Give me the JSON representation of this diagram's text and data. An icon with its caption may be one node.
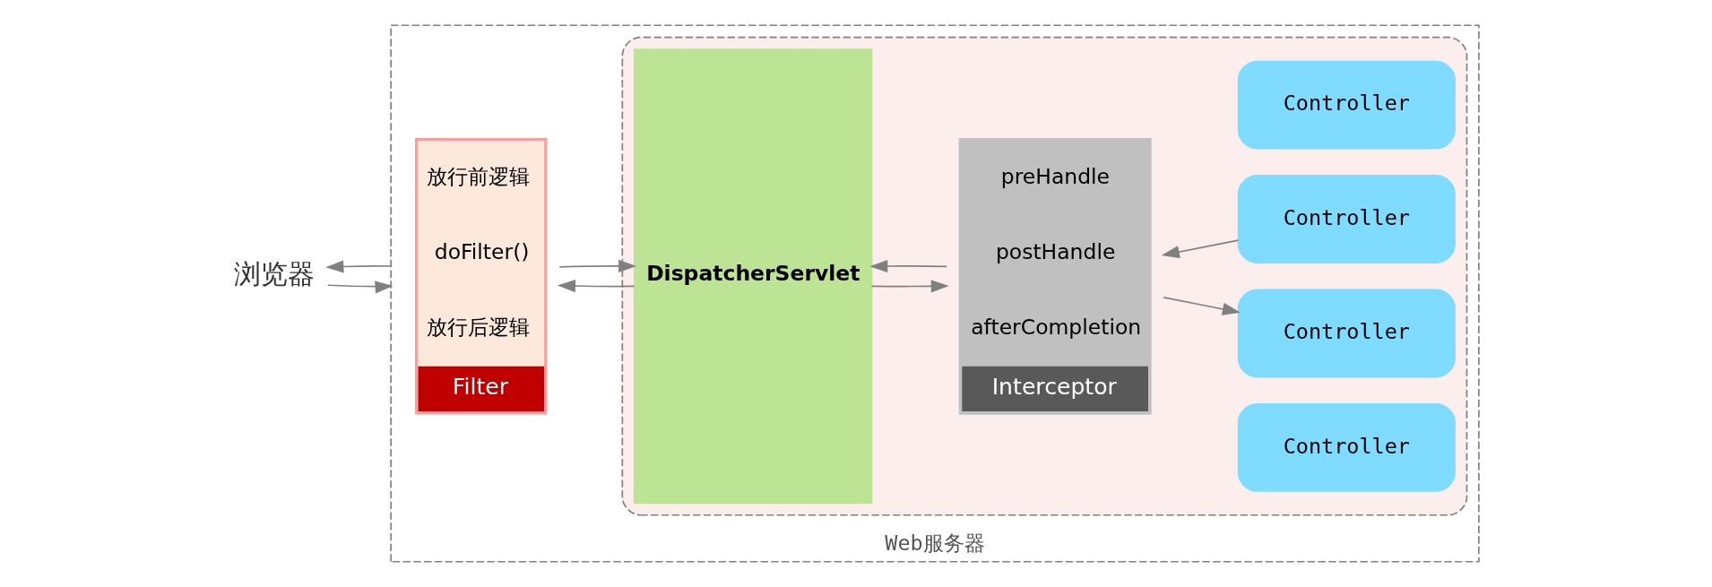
{
  "diagram": {
    "nodes": [
      {
        "text": [
          "Web服务器"
        ]
      },
      {
        "text": [
          "浏览器"
        ]
      },
      {
        "text": [
          "放行前逻辑",
          "doFilter()",
          "放行后逻辑",
          "Filter"
        ],
        "in": 0
      },
      {
        "text": [],
        "shape": "box",
        "in": 0
      },
      {
        "text": [
          "DispatcherServlet"
        ],
        "in": 3
      },
      {
        "text": [
          "preHandle",
          "postHandle",
          "afterCompletion",
          "Interceptor"
        ],
        "in": 3
      },
      {
        "text": [
          "Controller"
        ],
        "in": 3
      },
      {
        "text": [
          "Controller"
        ],
        "in": 3
      },
      {
        "text": [
          "Controller"
        ],
        "in": 3
      },
      {
        "text": [
          "Controller"
        ],
        "in": 3
      }
    ],
    "edges": [
      {
        "from": 1,
        "to": 0,
        "arrow": "to"
      },
      {
        "from": 0,
        "to": 1,
        "arrow": "to"
      },
      {
        "from": 2,
        "to": 4,
        "arrow": "to"
      },
      {
        "from": 4,
        "to": 2,
        "arrow": "to"
      },
      {
        "from": 4,
        "to": 5,
        "arrow": "to"
      },
      {
        "from": 5,
        "to": 4,
        "arrow": "to"
      },
      {
        "from": 5,
        "to": 7,
        "arrow": "to"
      },
      {
        "from": 8,
        "to": 5,
        "arrow": "to"
      }
    ]
  }
}
